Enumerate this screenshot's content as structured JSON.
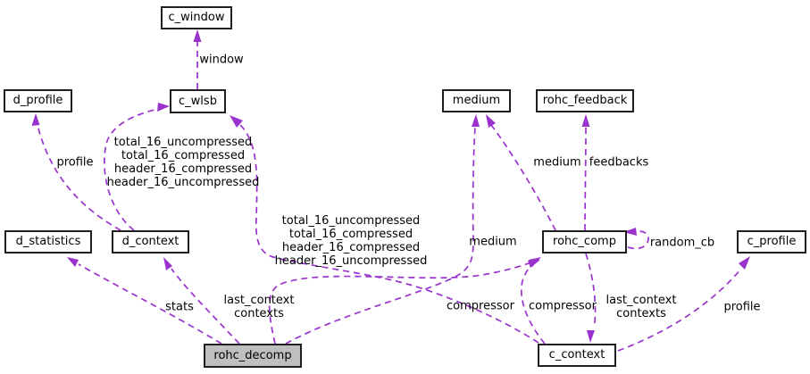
{
  "diagram": {
    "title": "rohc_decomp collaboration diagram",
    "colors": {
      "edge": "#9a32cd",
      "node_border": "#1f1f1f",
      "node_fill": "#ffffff",
      "highlight_fill": "#bfbfbf",
      "text": "#000000",
      "background": "#ffffff"
    },
    "nodes": {
      "c_window": {
        "label": "c_window"
      },
      "d_profile": {
        "label": "d_profile"
      },
      "c_wlsb": {
        "label": "c_wlsb"
      },
      "medium": {
        "label": "medium"
      },
      "rohc_feedback": {
        "label": "rohc_feedback"
      },
      "d_statistics": {
        "label": "d_statistics"
      },
      "d_context": {
        "label": "d_context"
      },
      "rohc_comp": {
        "label": "rohc_comp"
      },
      "c_profile": {
        "label": "c_profile"
      },
      "rohc_decomp": {
        "label": "rohc_decomp",
        "highlighted": true
      },
      "c_context": {
        "label": "c_context"
      }
    },
    "edge_labels": {
      "window": "window",
      "profile_left": "profile",
      "wlsb_left": "total_16_uncompressed\ntotal_16_compressed\nheader_16_compressed\nheader_16_uncompressed",
      "wlsb_right": "total_16_uncompressed\ntotal_16_compressed\nheader_16_compressed\nheader_16_uncompressed",
      "medium_top": "medium",
      "feedbacks": "feedbacks",
      "medium_lower": "medium",
      "random_cb": "random_cb",
      "stats": "stats",
      "contexts_left": "last_context\ncontexts",
      "compressor_1": "compressor",
      "compressor_2": "compressor",
      "contexts_right": "last_context\ncontexts",
      "profile_right": "profile"
    }
  }
}
